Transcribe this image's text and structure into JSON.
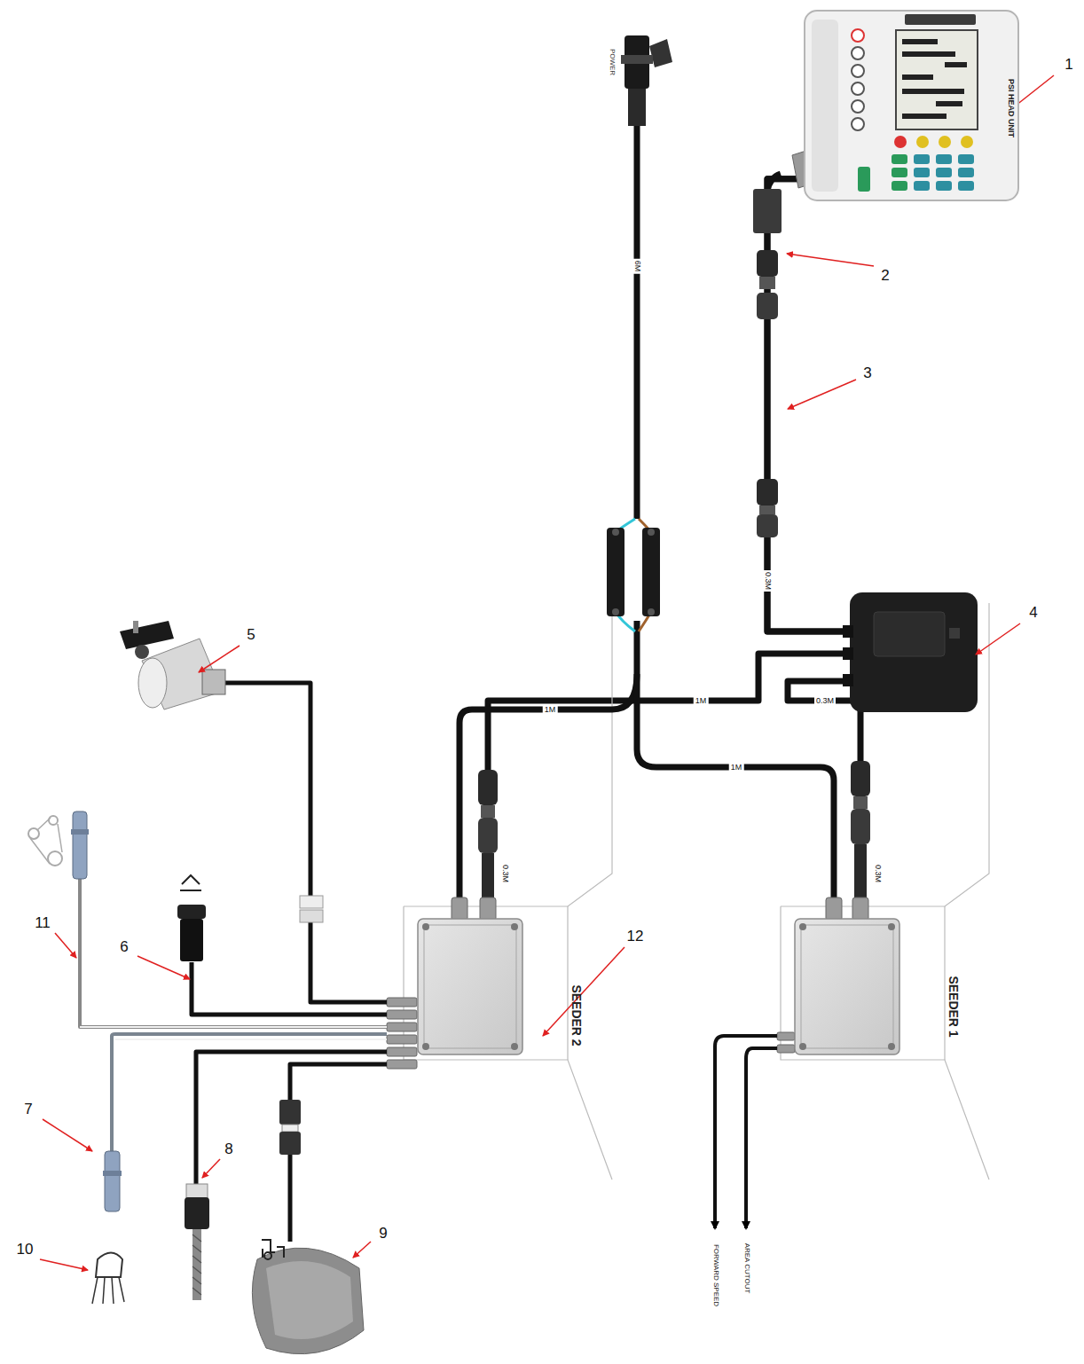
{
  "diagram": {
    "nodes": [
      {
        "text": [
          "PSI HEAD UNIT"
        ]
      },
      {
        "text": [
          "SEEDER 2"
        ]
      },
      {
        "text": [
          "SEEDER 1"
        ]
      }
    ],
    "edges": [
      {
        "from": 0,
        "to": 1,
        "arrow": "none"
      },
      {
        "from": 0,
        "to": 2,
        "arrow": "none"
      }
    ],
    "labels": [
      "POWER",
      "6M",
      "0.3M",
      "1M",
      "1M",
      "0.3M",
      "1M",
      "0.3M",
      "0.3M",
      "FORWARD SPEED",
      "AREA CUTOUT",
      "1",
      "2",
      "3",
      "4",
      "5",
      "6",
      "7",
      "8",
      "9",
      "10",
      "11",
      "12"
    ]
  }
}
